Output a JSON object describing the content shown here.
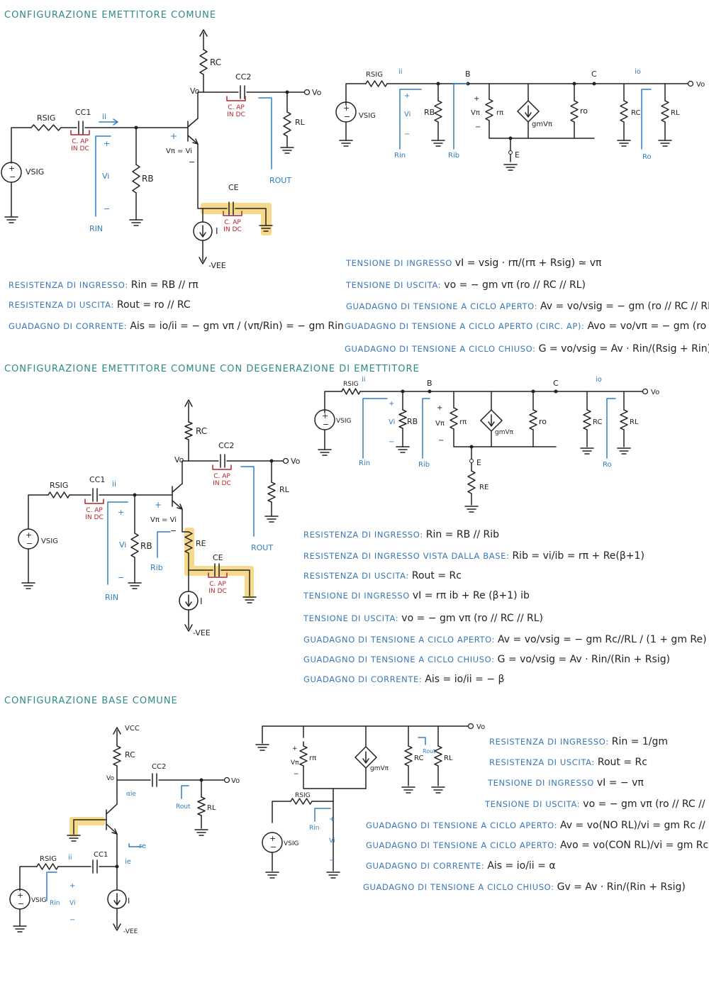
{
  "sections": {
    "ce": {
      "title": "CONFIGURAZIONE EMETTITORE COMUNE",
      "equations": [
        {
          "label": "RESISTENZA DI INGRESSO:",
          "formula": "Rin = RB // rπ"
        },
        {
          "label": "RESISTENZA DI USCITA:",
          "formula": "Rout = ro // RC"
        },
        {
          "label": "GUADAGNO DI CORRENTE:",
          "formula": "Ais = io/ii = − gm vπ / (vπ/Rin) = − gm Rin"
        },
        {
          "label": "TENSIONE DI INGRESSO",
          "formula": "vI = vsig · rπ/(rπ + Rsig) ≃ vπ"
        },
        {
          "label": "TENSIONE DI USCITA:",
          "formula": "vo = − gm vπ (ro // RC // RL)"
        },
        {
          "label": "GUADAGNO DI TENSIONE A CICLO APERTO:",
          "formula": "Av = vo/vsig = − gm (ro // RC // RL)"
        },
        {
          "label": "GUADAGNO DI TENSIONE A CICLO APERTO (CIRC. AP):",
          "formula": "Avo = vo/vπ = − gm (ro // RC)"
        },
        {
          "label": "GUADAGNO DI TENSIONE A CICLO CHIUSO:",
          "formula": "G = vo/vsig = Av · Rin/(Rsig + Rin)"
        }
      ]
    },
    "ce_re": {
      "title": "CONFIGURAZIONE EMETTITORE COMUNE CON DEGENERAZIONE DI EMETTITORE",
      "equations": [
        {
          "label": "RESISTENZA DI INGRESSO:",
          "formula": "Rin = RB // Rib"
        },
        {
          "label": "RESISTENZA DI INGRESSO VISTA DALLA BASE:",
          "formula": "Rib = vi/ib = rπ + Re(β+1)"
        },
        {
          "label": "RESISTENZA DI USCITA:",
          "formula": "Rout = Rc"
        },
        {
          "label": "TENSIONE DI INGRESSO",
          "formula": "vI = rπ ib + Re (β+1) ib"
        },
        {
          "label": "TENSIONE DI USCITA:",
          "formula": "vo = − gm vπ (ro // RC // RL)"
        },
        {
          "label": "GUADAGNO DI TENSIONE A CICLO APERTO:",
          "formula": "Av = vo/vsig = − gm Rc//RL / (1 + gm Re)"
        },
        {
          "label": "GUADAGNO DI TENSIONE A CICLO CHIUSO:",
          "formula": "G = vo/vsig = Av · Rin/(Rin + Rsig)"
        },
        {
          "label": "GUADAGNO DI CORRENTE:",
          "formula": "Ais = io/ii = − β"
        }
      ]
    },
    "cb": {
      "title": "CONFIGURAZIONE BASE COMUNE",
      "equations": [
        {
          "label": "RESISTENZA DI INGRESSO:",
          "formula": "Rin = 1/gm"
        },
        {
          "label": "RESISTENZA DI USCITA:",
          "formula": "Rout = Rc"
        },
        {
          "label": "TENSIONE DI INGRESSO",
          "formula": "vI = − vπ"
        },
        {
          "label": "TENSIONE DI USCITA:",
          "formula": "vo = − gm vπ (ro // RC // RL)"
        },
        {
          "label": "GUADAGNO DI TENSIONE A CICLO APERTO:",
          "formula": "Av = vo(NO RL)/vi = gm Rc // RL"
        },
        {
          "label": "GUADAGNO DI TENSIONE A CICLO APERTO:",
          "formula": "Avo = vo(CON RL)/vi = gm Rc"
        },
        {
          "label": "GUADAGNO DI CORRENTE:",
          "formula": "Ais = io/ii = α"
        },
        {
          "label": "GUADAGNO DI TENSIONE A CICLO CHIUSO:",
          "formula": "Gv = Av · Rin/(Rin + Rsig)"
        }
      ]
    }
  },
  "circuit_labels": {
    "rsig": "RSIG",
    "vsig": "VSIG",
    "cc1": "CC1",
    "cc2": "CC2",
    "ce_cap": "CE",
    "rb": "RB",
    "rc": "RC",
    "rl": "RL",
    "re": "RE",
    "vo": "Vo",
    "ii": "ii",
    "io": "io",
    "vi": "Vi",
    "vpi": "Vπ = Vi",
    "vpi_short": "Vπ",
    "rin": "RIN",
    "rin_small": "Rin",
    "rib": "Rib",
    "rout": "ROUT",
    "ro_out": "Ro",
    "ro": "ro",
    "rpi": "rπ",
    "gm_vpi": "gmVπ",
    "i_src": "I",
    "vee": "-VEE",
    "vcc": "VCC",
    "cap_note_1": "C. AP",
    "cap_note_2": "IN DC",
    "node_b": "B",
    "node_c": "C",
    "node_e": "E",
    "ie_label": "ie",
    "re_label": "re",
    "aie_label": "αie",
    "rout_small": "Rout",
    "plus": "+",
    "minus": "−"
  },
  "colors": {
    "ink": "#222222",
    "blue": "#2f7ec3",
    "red": "#b2242a",
    "highlight": "#f7d98c",
    "title": "#2e8a86"
  }
}
